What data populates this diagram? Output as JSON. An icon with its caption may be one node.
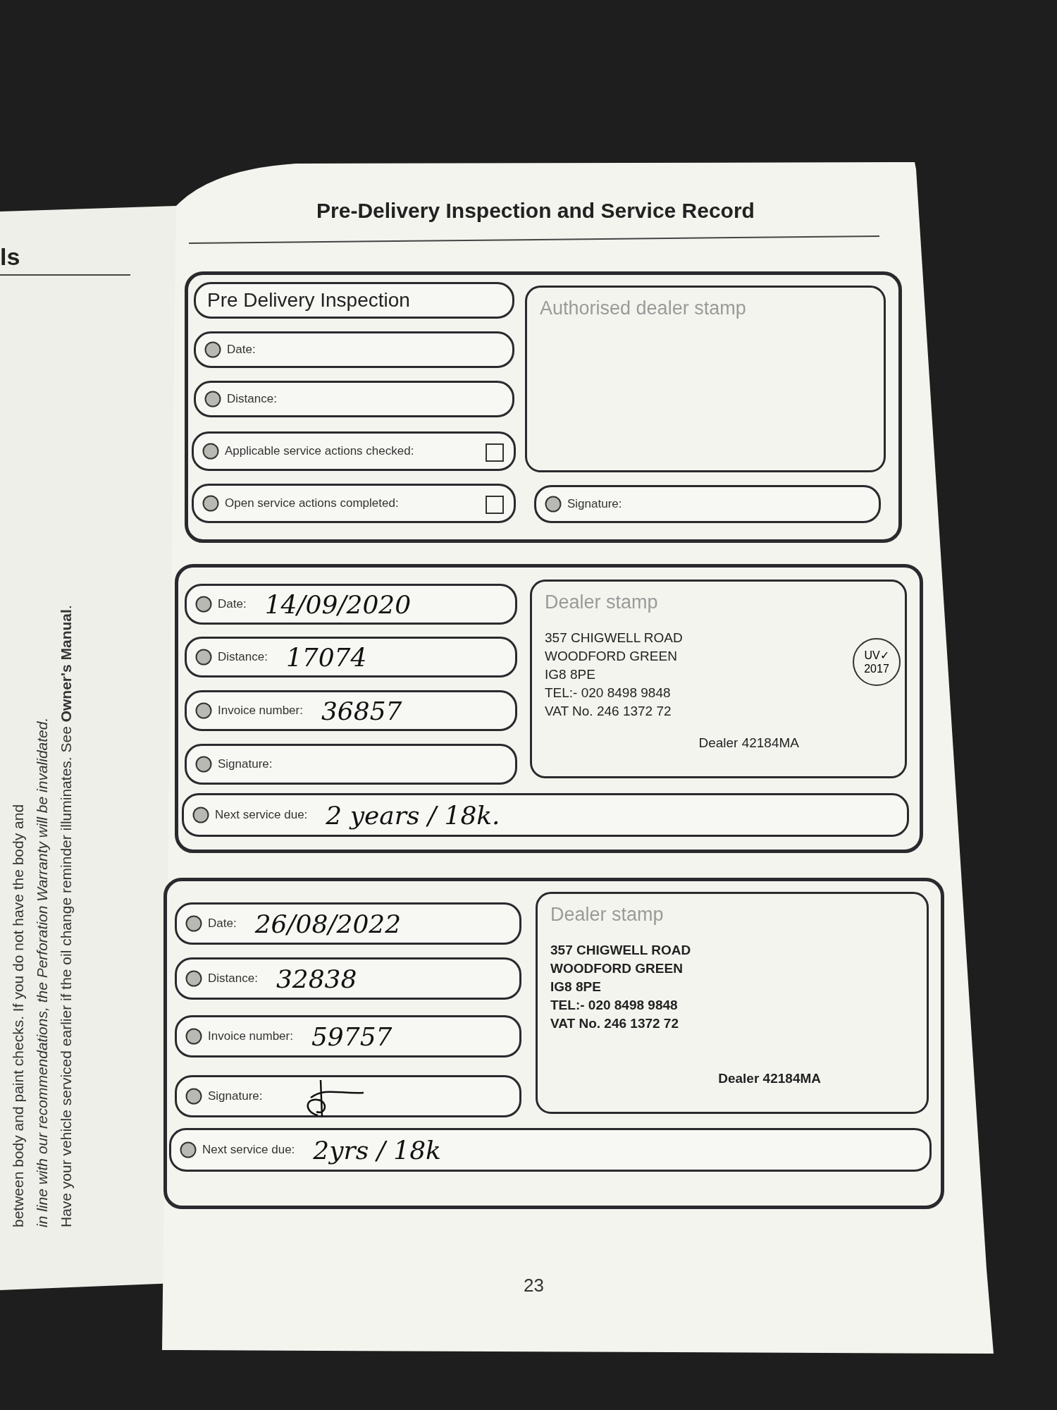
{
  "diagram": {
    "title": "Pre-Delivery Inspection and Service Record",
    "nodes": [
      {
        "text": [],
        "shape": "box"
      },
      {
        "text": [
          "Pre Delivery Inspection"
        ],
        "in": 0
      },
      {
        "text": [
          "Date:"
        ],
        "in": 0
      },
      {
        "text": [
          "Distance:"
        ],
        "in": 0
      },
      {
        "text": [
          "Applicable service actions checked:"
        ],
        "in": 0
      },
      {
        "text": [
          "Open service actions completed:"
        ],
        "in": 0
      },
      {
        "text": [
          "Authorised dealer stamp"
        ],
        "in": 0
      },
      {
        "text": [
          "Signature:"
        ],
        "in": 0
      },
      {
        "text": [],
        "shape": "box"
      },
      {
        "text": [
          "Date:",
          "14/09/2020"
        ],
        "in": 8
      },
      {
        "text": [
          "Distance:",
          "17074"
        ],
        "in": 8
      },
      {
        "text": [
          "Invoice number:",
          "36857"
        ],
        "in": 8
      },
      {
        "text": [
          "Signature:"
        ],
        "in": 8
      },
      {
        "text": [
          "Dealer stamp",
          "357 CHIGWELL ROAD",
          "WOODFORD GREEN",
          "IG8 8PE",
          "TEL:- 020 8498 9848",
          "VAT No. 246 1372 72",
          "Dealer 42184MA"
        ],
        "in": 8
      },
      {
        "text": [
          "UV✓ 2017"
        ],
        "in": 13
      },
      {
        "text": [
          "Next service due:",
          "2 years / 18k."
        ],
        "in": 8
      },
      {
        "text": [],
        "shape": "box"
      },
      {
        "text": [
          "Date:",
          "26/08/2022"
        ],
        "in": 16
      },
      {
        "text": [
          "Distance:",
          "32838"
        ],
        "in": 16
      },
      {
        "text": [
          "Invoice number:",
          "59757"
        ],
        "in": 16
      },
      {
        "text": [
          "Signature:"
        ],
        "in": 16
      },
      {
        "text": [
          "Dealer stamp",
          "357 CHIGWELL ROAD",
          "WOODFORD GREEN",
          "IG8 8PE",
          "TEL:- 020 8498 9848",
          "VAT No. 246 1372 72",
          "Dealer 42184MA"
        ],
        "in": 16
      },
      {
        "text": [
          "Next service due:",
          "2yrs / 18k"
        ],
        "in": 16
      }
    ],
    "labels": [
      "ls",
      "between body and paint checks. If you do not have the body and",
      "in line with our recommendations, the Perforation Warranty will be invalidated.",
      "Have your vehicle serviced earlier if the oil change reminder illuminates. See **Owner's Manual**.",
      "23"
    ]
  }
}
